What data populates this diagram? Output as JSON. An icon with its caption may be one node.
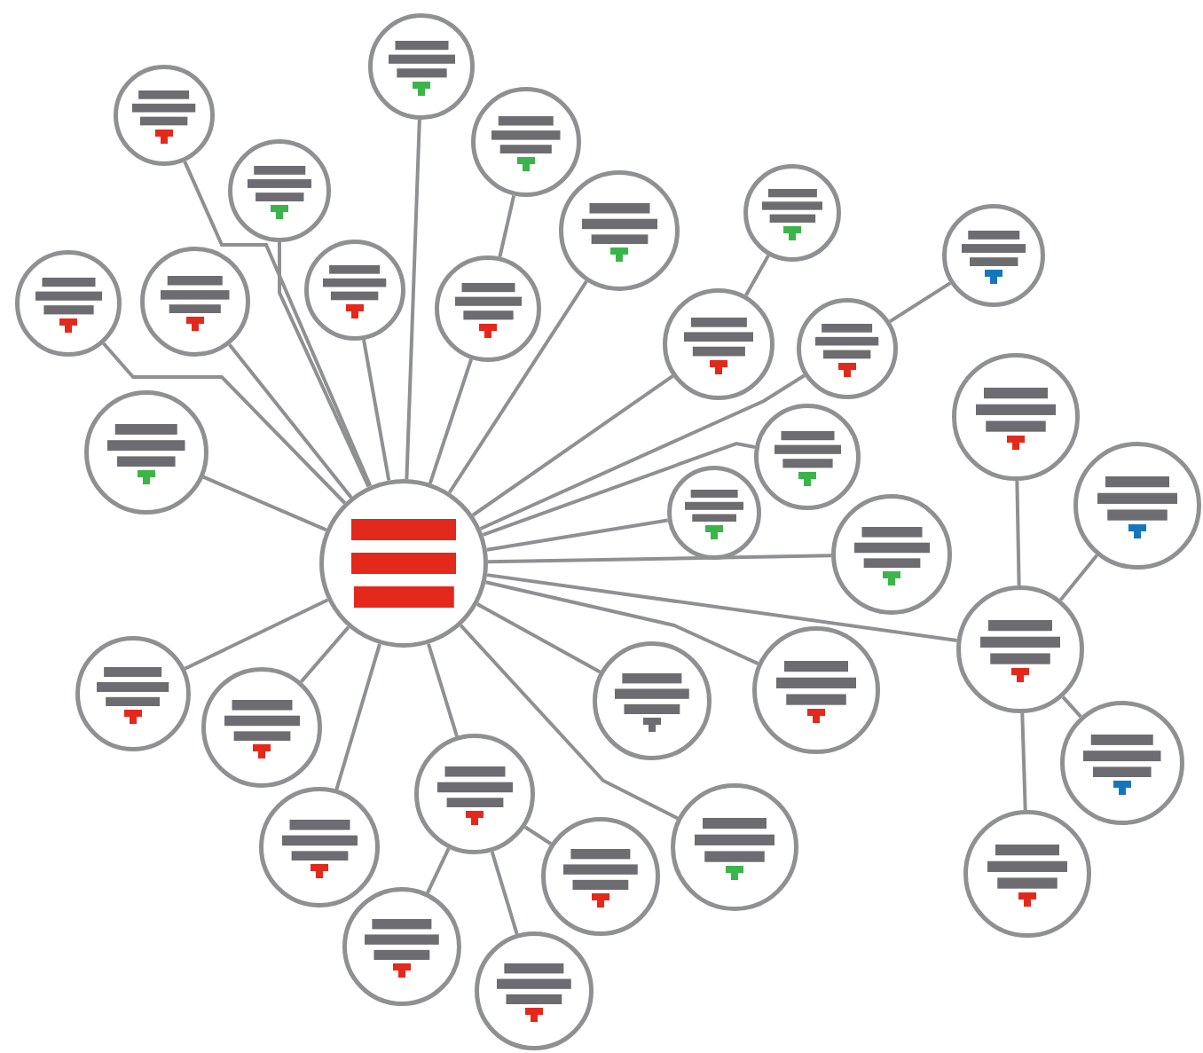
{
  "diagram": {
    "nodes": [
      {
        "text": [],
        "shape": "circle"
      },
      {
        "text": [],
        "shape": "circle"
      },
      {
        "text": [],
        "shape": "circle"
      },
      {
        "text": [],
        "shape": "circle"
      },
      {
        "text": [],
        "shape": "circle"
      },
      {
        "text": [],
        "shape": "circle"
      },
      {
        "text": [],
        "shape": "circle"
      },
      {
        "text": [],
        "shape": "circle"
      },
      {
        "text": [],
        "shape": "circle"
      },
      {
        "text": [],
        "shape": "circle"
      },
      {
        "text": [],
        "shape": "circle"
      },
      {
        "text": [],
        "shape": "circle"
      },
      {
        "text": [],
        "shape": "circle"
      },
      {
        "text": [],
        "shape": "circle"
      },
      {
        "text": [],
        "shape": "circle"
      },
      {
        "text": [],
        "shape": "circle"
      },
      {
        "text": [],
        "shape": "circle"
      },
      {
        "text": [],
        "shape": "circle"
      },
      {
        "text": [],
        "shape": "circle"
      },
      {
        "text": [],
        "shape": "circle"
      },
      {
        "text": [],
        "shape": "circle"
      },
      {
        "text": [],
        "shape": "circle"
      },
      {
        "text": [],
        "shape": "circle"
      },
      {
        "text": [],
        "shape": "circle"
      },
      {
        "text": [],
        "shape": "circle"
      },
      {
        "text": [],
        "shape": "circle"
      },
      {
        "text": [],
        "shape": "circle"
      },
      {
        "text": [],
        "shape": "circle"
      },
      {
        "text": [],
        "shape": "circle"
      },
      {
        "text": [],
        "shape": "circle"
      },
      {
        "text": [],
        "shape": "circle"
      },
      {
        "text": [],
        "shape": "circle"
      },
      {
        "text": [],
        "shape": "circle"
      }
    ],
    "edges": [
      {
        "from": 0,
        "to": 1,
        "arrow": "none"
      },
      {
        "from": 0,
        "to": 2,
        "arrow": "none"
      },
      {
        "from": 0,
        "to": 4,
        "arrow": "none"
      },
      {
        "from": 0,
        "to": 8,
        "arrow": "none"
      },
      {
        "from": 0,
        "to": 9,
        "arrow": "none"
      },
      {
        "from": 0,
        "to": 10,
        "arrow": "none"
      },
      {
        "from": 0,
        "to": 11,
        "arrow": "none"
      },
      {
        "from": 0,
        "to": 5,
        "arrow": "none"
      },
      {
        "from": 0,
        "to": 12,
        "arrow": "none"
      },
      {
        "from": 0,
        "to": 13,
        "arrow": "none"
      },
      {
        "from": 0,
        "to": 16,
        "arrow": "none"
      },
      {
        "from": 0,
        "to": 18,
        "arrow": "none"
      },
      {
        "from": 0,
        "to": 19,
        "arrow": "none"
      },
      {
        "from": 0,
        "to": 20,
        "arrow": "none"
      },
      {
        "from": 0,
        "to": 24,
        "arrow": "none"
      },
      {
        "from": 0,
        "to": 23,
        "arrow": "none"
      },
      {
        "from": 0,
        "to": 28,
        "arrow": "none"
      },
      {
        "from": 0,
        "to": 26,
        "arrow": "none"
      },
      {
        "from": 0,
        "to": 27,
        "arrow": "none"
      },
      {
        "from": 0,
        "to": 22,
        "arrow": "none"
      },
      {
        "from": 0,
        "to": 21,
        "arrow": "none"
      },
      {
        "from": 0,
        "to": 15,
        "arrow": "none"
      },
      {
        "from": 3,
        "to": 11,
        "arrow": "none"
      },
      {
        "from": 6,
        "to": 12,
        "arrow": "none"
      },
      {
        "from": 7,
        "to": 13,
        "arrow": "none"
      },
      {
        "from": 14,
        "to": 20,
        "arrow": "none"
      },
      {
        "from": 17,
        "to": 20,
        "arrow": "none"
      },
      {
        "from": 20,
        "to": 30,
        "arrow": "none"
      },
      {
        "from": 20,
        "to": 25,
        "arrow": "none"
      },
      {
        "from": 26,
        "to": 29,
        "arrow": "none"
      },
      {
        "from": 26,
        "to": 31,
        "arrow": "none"
      },
      {
        "from": 26,
        "to": 32,
        "arrow": "none"
      }
    ]
  }
}
